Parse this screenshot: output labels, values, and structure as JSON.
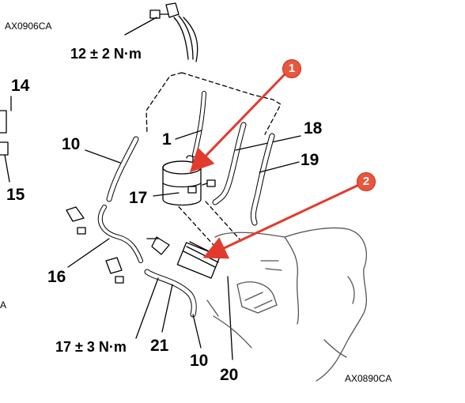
{
  "codes": {
    "top_left": "AX0906CA",
    "bottom_right": "AX0890CA",
    "edge_letter": "A"
  },
  "torques": {
    "upper": "12 ± 2 N·m",
    "lower": "17 ± 3 N·m"
  },
  "callouts": {
    "c1": "1",
    "c10a": "10",
    "c10b": "10",
    "c14": "14",
    "c15": "15",
    "c16": "16",
    "c17": "17",
    "c18": "18",
    "c19": "19",
    "c20": "20",
    "c21": "21"
  },
  "markers": {
    "m1": "1",
    "m2": "2"
  },
  "colors": {
    "ink": "#000000",
    "marker": "#e8563d",
    "arrow": "#e23b2e"
  }
}
